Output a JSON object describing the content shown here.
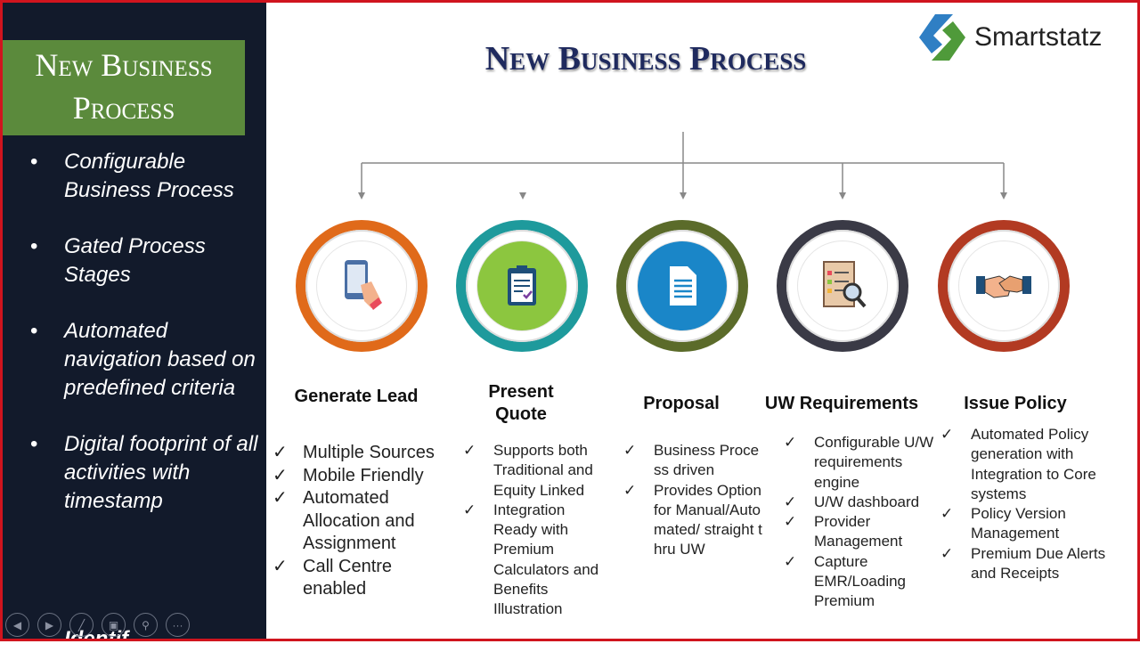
{
  "sidebar": {
    "title_line1": "New Business",
    "title_line2": "Process",
    "bullets": [
      "Configurable Business Process",
      "Gated Process Stages",
      "Automated navigation based on predefined criteria",
      "Digital footprint of all activities with timestamp"
    ],
    "cut_off_text": "Identif..."
  },
  "nav_icons": [
    "previous-icon",
    "next-icon",
    "pen-icon",
    "slides-icon",
    "zoom-icon",
    "more-icon"
  ],
  "main": {
    "title": "New Business Process",
    "logo": "Smartstatz",
    "stages": [
      {
        "name": "Generate Lead",
        "color": "#e06a1a",
        "items": [
          "Multiple Sources",
          "Mobile Friendly",
          "Automated Allocation and Assignment",
          "Call Centre enabled"
        ]
      },
      {
        "name": "Present Quote",
        "color": "#1e9a9c",
        "items": [
          "Supports both Traditional and Equity Linked",
          "Integration Ready with Premium Calculators and Benefits Illustration"
        ]
      },
      {
        "name": "Proposal",
        "color": "#5b6b2a",
        "items": [
          "Business Process driven",
          "Provides Option for Manual/Automated/ straight thru UW"
        ]
      },
      {
        "name": "UW Requirements",
        "color": "#3a3a46",
        "items": [
          "Configurable U/W requirements engine",
          "U/W dashboard",
          "Provider Management",
          "Capture EMR/Loading Premium"
        ]
      },
      {
        "name": "Issue Policy",
        "color": "#b23a22",
        "items": [
          "Automated Policy generation with Integration to Core systems",
          "Policy Version Management",
          "Premium Due Alerts and Receipts"
        ]
      }
    ]
  }
}
